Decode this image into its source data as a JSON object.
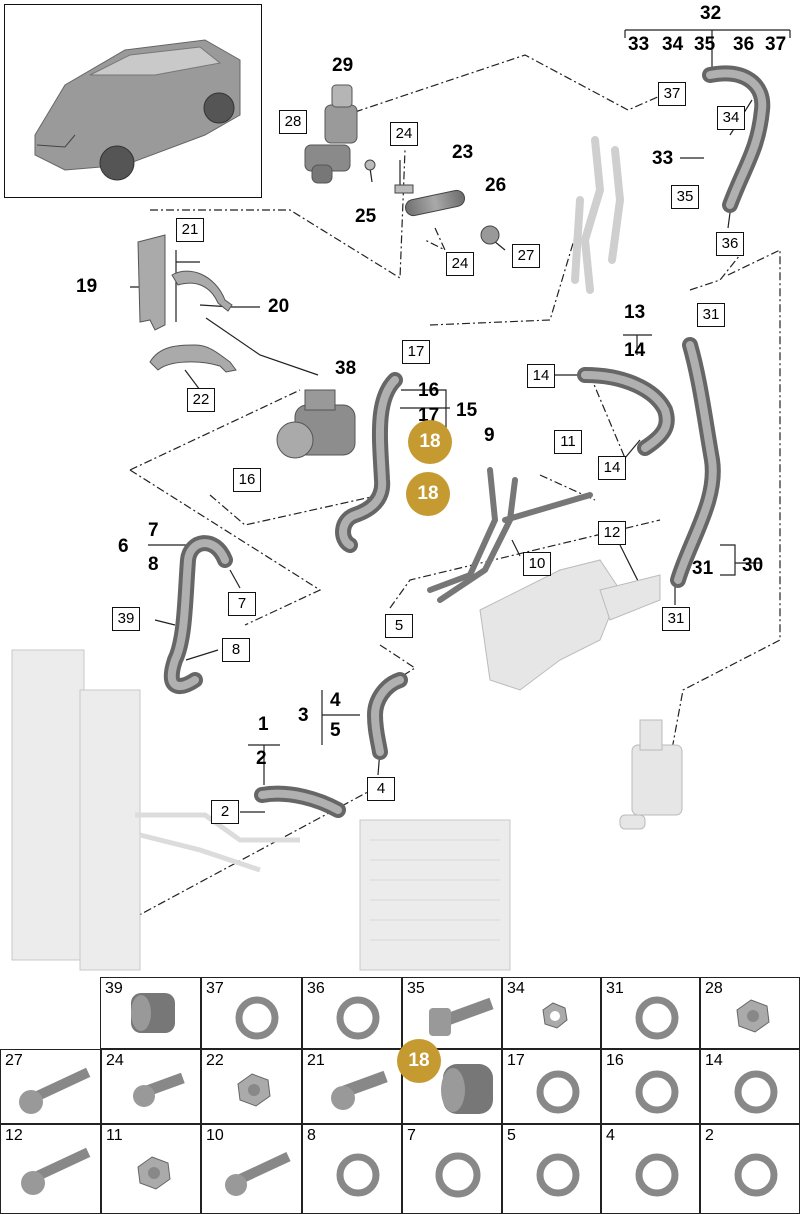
{
  "callouts": [
    {
      "id": "c28",
      "label": "28"
    },
    {
      "id": "c24a",
      "label": "24"
    },
    {
      "id": "c24b",
      "label": "24"
    },
    {
      "id": "c27",
      "label": "27"
    },
    {
      "id": "c21",
      "label": "21"
    },
    {
      "id": "c22",
      "label": "22"
    },
    {
      "id": "c16",
      "label": "16"
    },
    {
      "id": "c17",
      "label": "17"
    },
    {
      "id": "c14a",
      "label": "14"
    },
    {
      "id": "c14b",
      "label": "14"
    },
    {
      "id": "c11",
      "label": "11"
    },
    {
      "id": "c12",
      "label": "12"
    },
    {
      "id": "c10",
      "label": "10"
    },
    {
      "id": "c5",
      "label": "5"
    },
    {
      "id": "c7",
      "label": "7"
    },
    {
      "id": "c8",
      "label": "8"
    },
    {
      "id": "c39",
      "label": "39"
    },
    {
      "id": "c2",
      "label": "2"
    },
    {
      "id": "c4",
      "label": "4"
    },
    {
      "id": "c31a",
      "label": "31"
    },
    {
      "id": "c31b",
      "label": "31"
    },
    {
      "id": "c36",
      "label": "36"
    },
    {
      "id": "c37",
      "label": "37"
    },
    {
      "id": "c34",
      "label": "34"
    },
    {
      "id": "c35",
      "label": "35"
    }
  ],
  "numbers": {
    "n29": "29",
    "n23": "23",
    "n26": "26",
    "n25": "25",
    "n19": "19",
    "n20": "20",
    "n38": "38",
    "n13": "13",
    "n14": "14",
    "n16": "16",
    "n17": "17",
    "n15": "15",
    "n9": "9",
    "n6": "6",
    "n7": "7",
    "n8": "8",
    "n31": "31",
    "n30": "30",
    "n3": "3",
    "n4": "4",
    "n5": "5",
    "n1": "1",
    "n2": "2",
    "n32": "32",
    "n33": "33",
    "n34": "34",
    "n35": "35",
    "n36": "36",
    "n37": "37",
    "n33b": "33"
  },
  "badges": {
    "b1": "18",
    "b2": "18",
    "b3": "18"
  },
  "parts_table": {
    "row1": [
      "39",
      "37",
      "36",
      "35",
      "34",
      "31",
      "28"
    ],
    "row2": [
      "27",
      "24",
      "22",
      "21",
      "",
      "17",
      "16",
      "14"
    ],
    "row3": [
      "12",
      "11",
      "10",
      "8",
      "7",
      "5",
      "4",
      "2"
    ]
  },
  "icons": [
    "car-thumbnail",
    "hose",
    "clamp",
    "bolt",
    "nut",
    "sleeve"
  ]
}
